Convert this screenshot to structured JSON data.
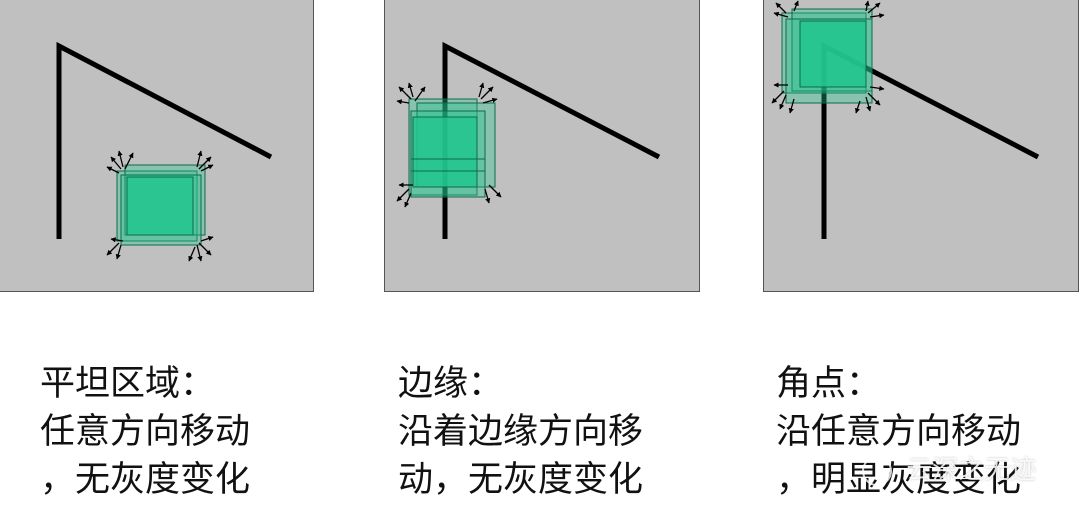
{
  "panels": [
    {
      "id": "flat",
      "caption_title": "平坦区域：",
      "caption_line1": "任意方向移动",
      "caption_line2": "，无灰度变化"
    },
    {
      "id": "edge",
      "caption_title": "边缘：",
      "caption_line1": "沿着边缘方向移",
      "caption_line2": "动，无灰度变化"
    },
    {
      "id": "corner",
      "caption_title": "角点：",
      "caption_line1": "沿任意方向移动",
      "caption_line2": "，明显灰度变化"
    }
  ],
  "colors": {
    "panel_background": "#c0c0c0",
    "window_fill": "#22c58e",
    "line": "#000000"
  },
  "watermark": {
    "text": "云深之无迹"
  }
}
